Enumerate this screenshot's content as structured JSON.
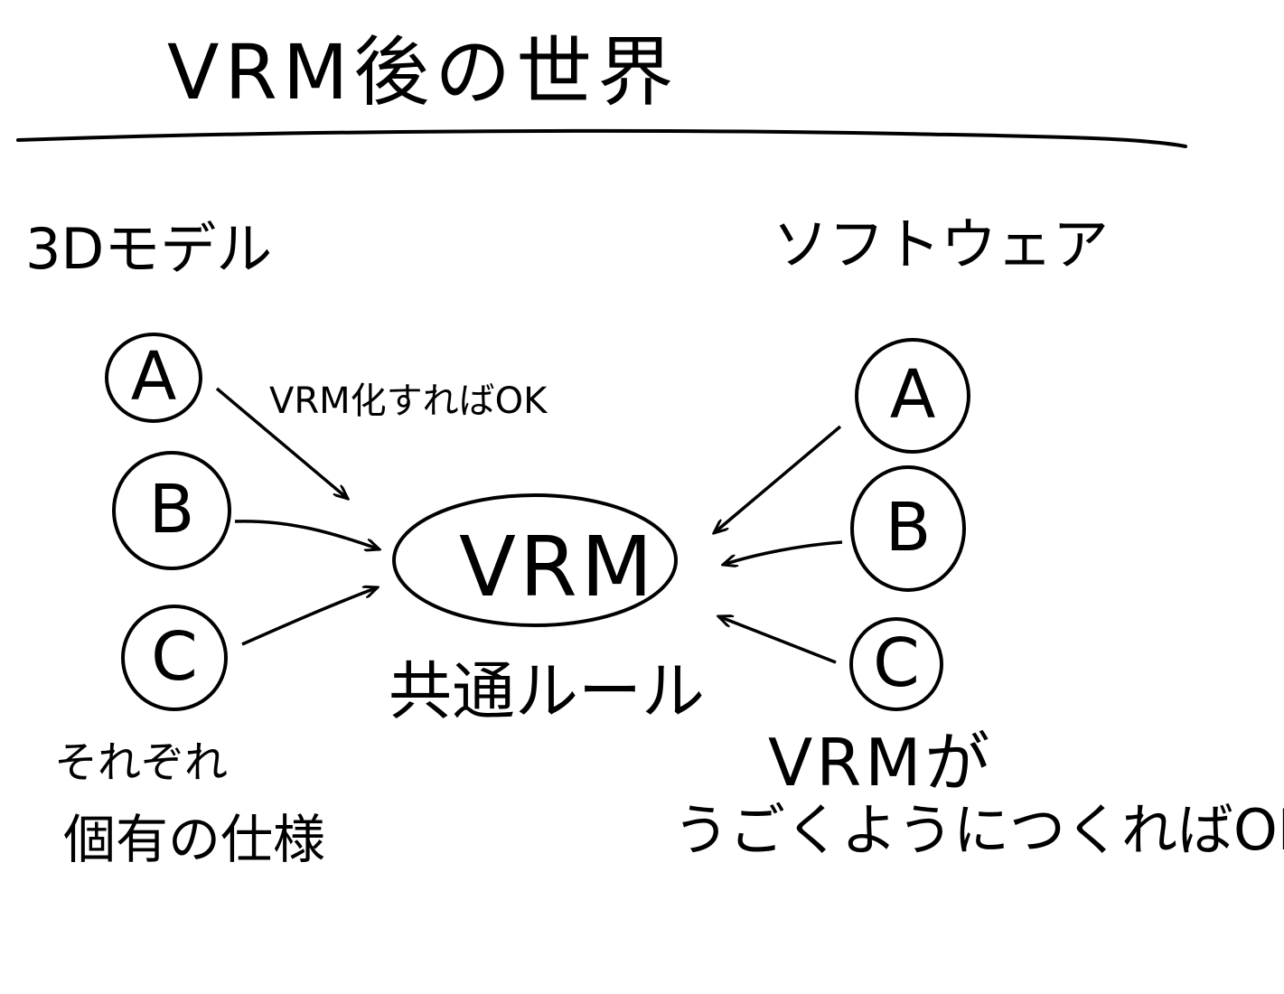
{
  "title": "VRM後の世界",
  "left_group": {
    "heading": "3Dモデル",
    "nodes": [
      "A",
      "B",
      "C"
    ],
    "arrow_label": "VRM化すればOK",
    "note_line1": "それぞれ",
    "note_line2": "個有の仕様"
  },
  "center": {
    "label": "VRM",
    "caption": "共通ルール"
  },
  "right_group": {
    "heading": "ソフトウェア",
    "nodes": [
      "A",
      "B",
      "C"
    ],
    "note_line1": "VRMが",
    "note_line2": "うごくようにつくればOK"
  },
  "colors": {
    "ink": "#000000",
    "background": "#ffffff"
  }
}
